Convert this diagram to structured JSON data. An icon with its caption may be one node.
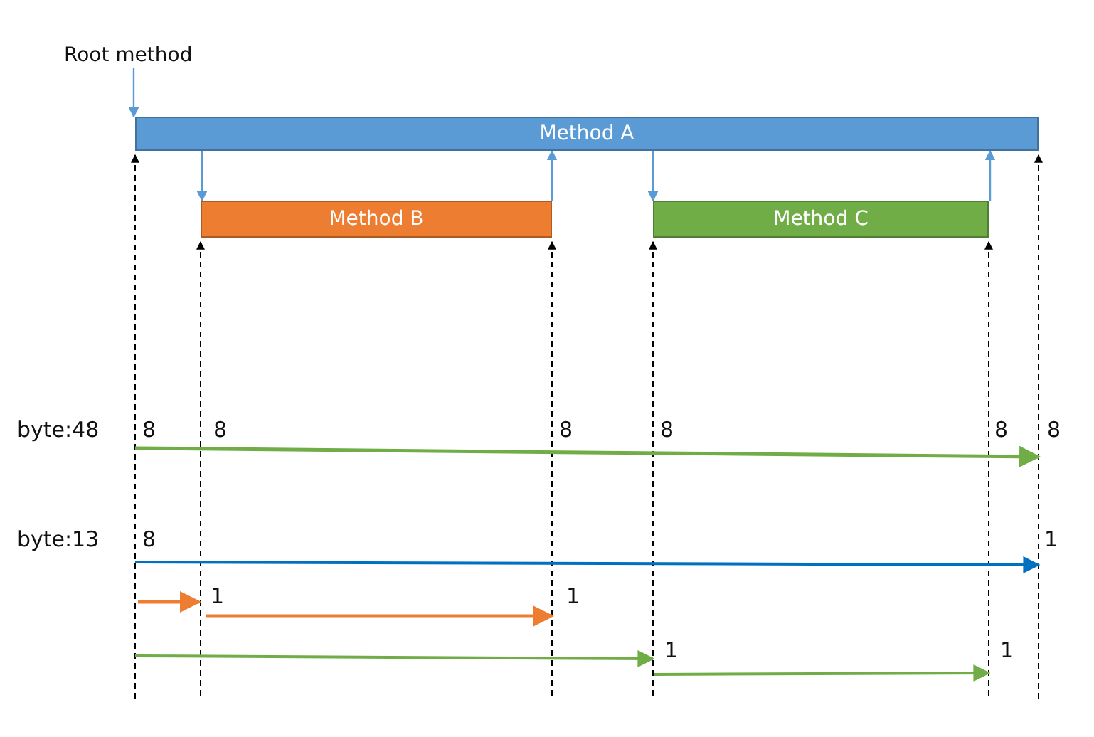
{
  "diagram": {
    "nodes": [
      {
        "text": [
          "Root method"
        ]
      },
      {
        "text": [
          "Method A"
        ]
      },
      {
        "text": [
          "Method B"
        ]
      },
      {
        "text": [
          "Method C"
        ]
      }
    ],
    "edges": [
      {
        "from": 0,
        "to": 1,
        "arrow": "to"
      },
      {
        "from": 1,
        "to": 2,
        "arrow": "to"
      },
      {
        "from": 2,
        "to": 1,
        "arrow": "to"
      },
      {
        "from": 1,
        "to": 3,
        "arrow": "to"
      },
      {
        "from": 3,
        "to": 1,
        "arrow": "to"
      }
    ],
    "labels": [
      "byte:48",
      "8",
      "8",
      "8",
      "8",
      "8",
      "8",
      "byte:13",
      "8",
      "1",
      "1",
      "1",
      "1",
      "1"
    ]
  }
}
